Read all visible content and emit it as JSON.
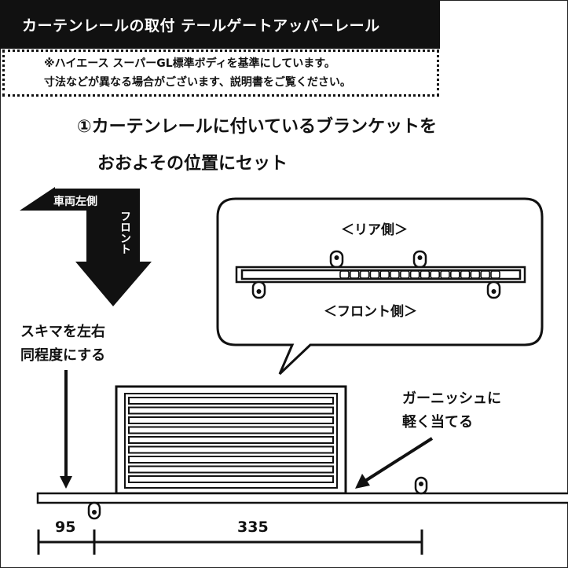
{
  "title": "カーテンレールの取付 テールゲートアッパーレール",
  "notes": [
    "※ハイエース スーパーGL標準ボディを基準にしています。",
    "寸法などが異なる場合がございます、説明書をご覧ください。"
  ],
  "step": {
    "line1": "①カーテンレールに付いているブランケットを",
    "line2": "おおよその位置にセット"
  },
  "direction": {
    "left_side": "車両左側",
    "front": "フロント"
  },
  "callout": {
    "rear_label": "＜リア側＞",
    "front_label": "＜フロント側＞"
  },
  "gap_note": [
    "スキマを左右",
    "同程度にする"
  ],
  "garnish_note": [
    "ガーニッシュに",
    "軽く当てる"
  ],
  "dimensions": {
    "left": "95",
    "right": "335"
  },
  "colors": {
    "ink": "#111111",
    "paper": "#ffffff"
  }
}
